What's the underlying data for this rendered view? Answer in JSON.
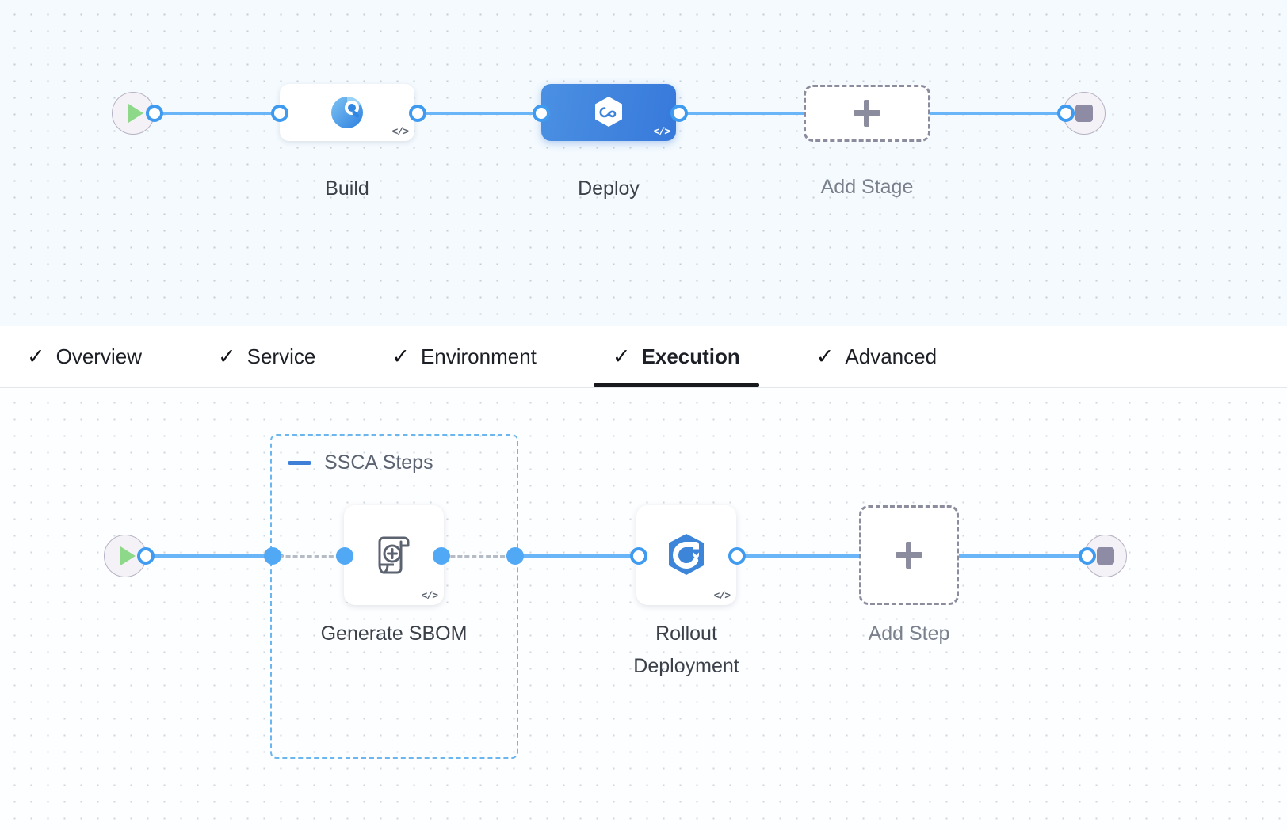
{
  "pipeline": {
    "stage_row": {
      "start_node": {
        "icon": "play-icon",
        "label": ""
      },
      "end_node": {
        "icon": "stop-icon",
        "label": ""
      },
      "stages": [
        {
          "label": "Build",
          "icon": "ci-build-icon",
          "selected": false,
          "code_badge": "</>"
        },
        {
          "label": "Deploy",
          "icon": "cd-deploy-icon",
          "selected": true,
          "code_badge": "</>"
        }
      ],
      "add_stage": {
        "label": "Add Stage",
        "icon": "plus-icon"
      }
    },
    "tabs": [
      {
        "label": "Overview",
        "checked": true,
        "active": false
      },
      {
        "label": "Service",
        "checked": true,
        "active": false
      },
      {
        "label": "Environment",
        "checked": true,
        "active": false
      },
      {
        "label": "Execution",
        "checked": true,
        "active": true
      },
      {
        "label": "Advanced",
        "checked": true,
        "active": false
      }
    ],
    "check_glyph": "✓",
    "step_row": {
      "start_node": {
        "icon": "play-icon"
      },
      "end_node": {
        "icon": "stop-icon"
      },
      "group": {
        "title": "SSCA Steps",
        "collapse_icon": "minus-icon",
        "steps": [
          {
            "label": "Generate SBOM",
            "icon": "sbom-scroll-icon",
            "code_badge": "</>"
          }
        ]
      },
      "steps": [
        {
          "label": "Rollout\nDeployment",
          "icon": "k8s-rollout-icon",
          "code_badge": "</>"
        }
      ],
      "add_step": {
        "label": "Add Step",
        "icon": "plus-icon"
      }
    }
  },
  "colors": {
    "accent_blue": "#3f9bf0",
    "wire_blue": "#69b5f8",
    "selected_stage": "#3779db",
    "canvas_bg": "#f4fafe",
    "dashed_border": "#8b8d9e",
    "group_border": "#6cb6ef"
  }
}
